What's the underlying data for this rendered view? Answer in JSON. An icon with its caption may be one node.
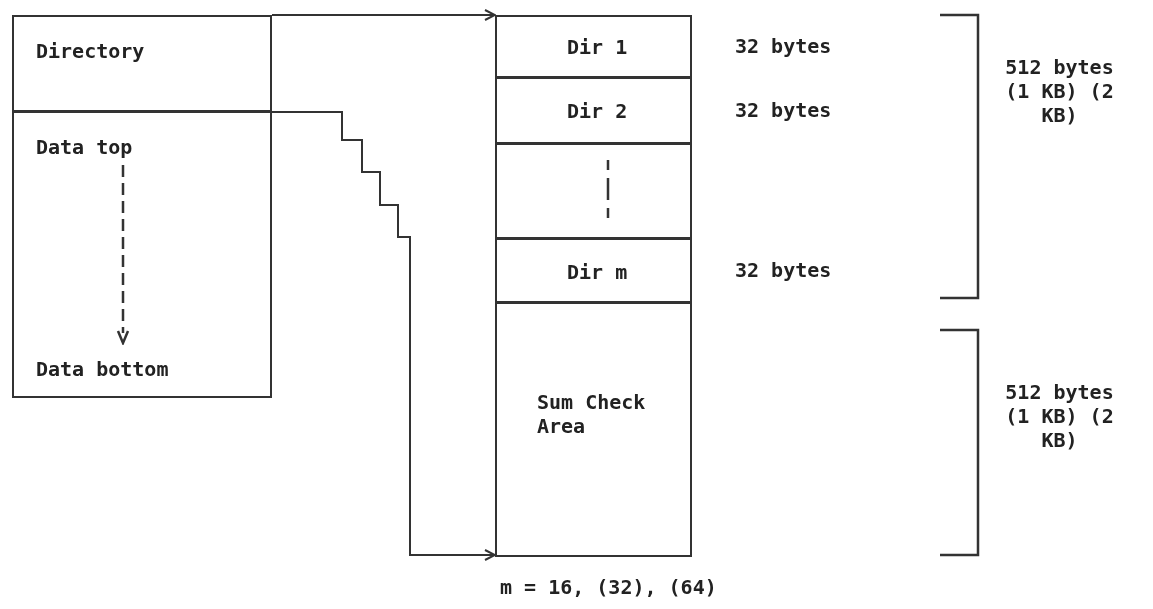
{
  "diagram": {
    "nodes": [
      {
        "text": [
          "Directory"
        ]
      },
      {
        "text": [
          "Data top",
          "Data bottom"
        ]
      },
      {
        "text": [
          "Dir 1"
        ],
        "beside": [
          "32 bytes"
        ]
      },
      {
        "text": [
          "Dir 2"
        ],
        "beside": [
          "32 bytes"
        ]
      },
      {
        "text": [],
        "shape": "box"
      },
      {
        "text": [
          "Dir m"
        ],
        "beside": [
          "32 bytes"
        ]
      },
      {
        "text": [
          "Sum Check Area"
        ]
      }
    ],
    "edges": [
      {
        "from": 0,
        "to": 2,
        "arrow": "to"
      },
      {
        "from": 1,
        "to": 6,
        "arrow": "to"
      }
    ],
    "labels": [
      "512 bytes (1 KB) (2 KB)",
      "512 bytes (1 KB) (2 KB)",
      "m = 16, (32), (64)"
    ]
  }
}
